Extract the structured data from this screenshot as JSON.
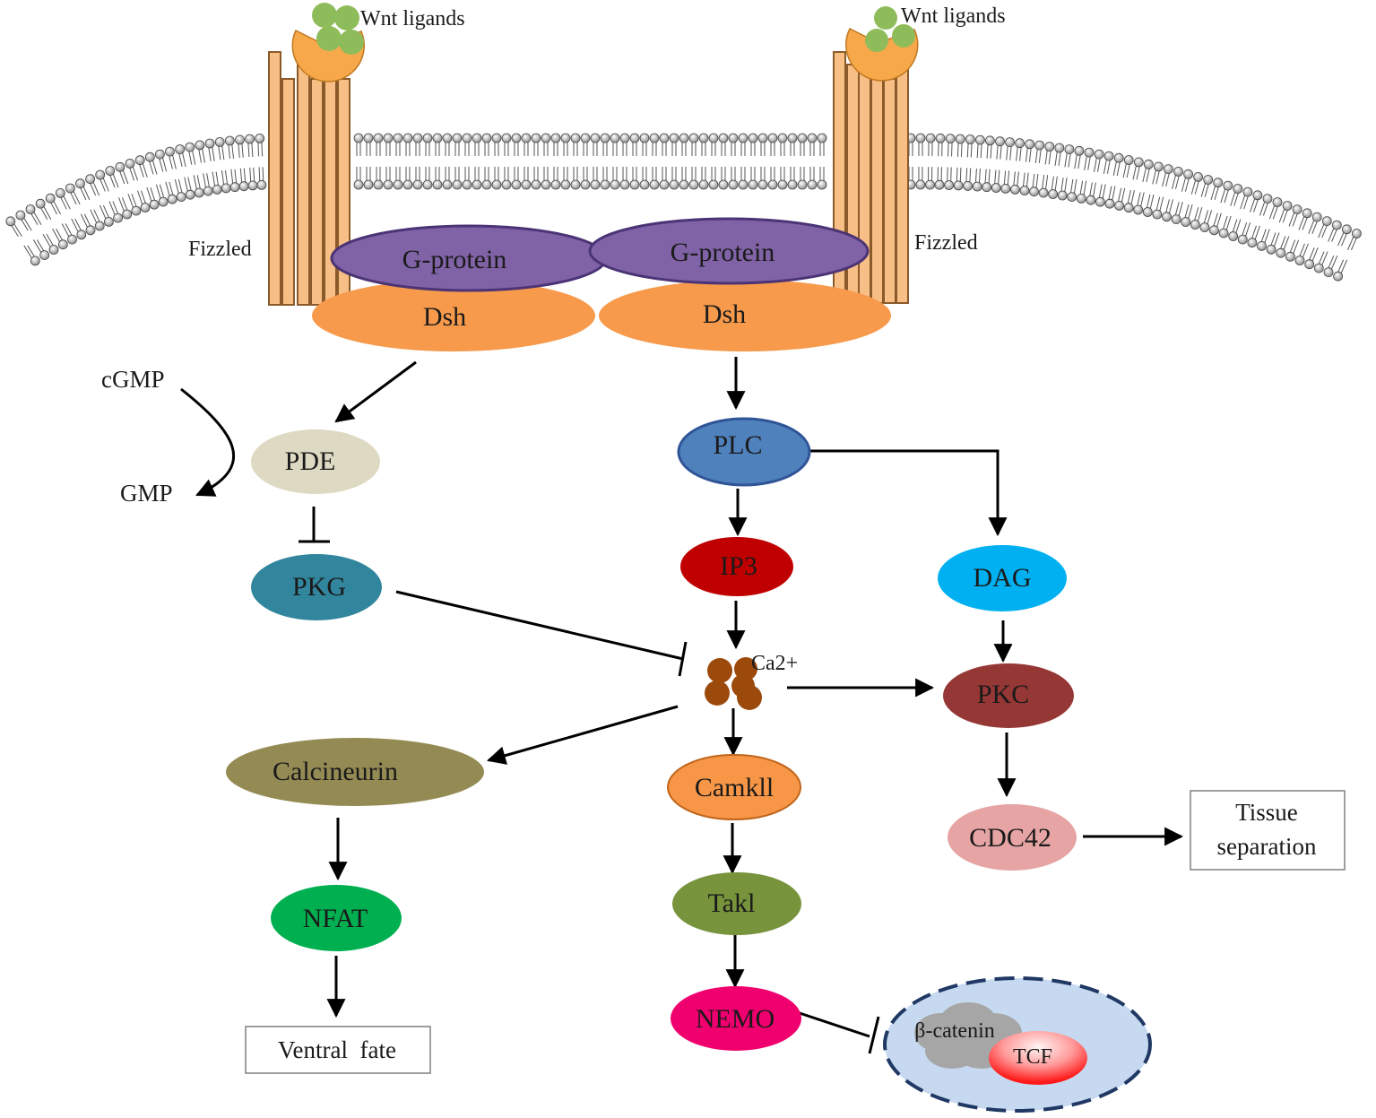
{
  "membrane": {
    "receptor_left": "Fizzled",
    "receptor_right": "Fizzled",
    "ligand_left": "Wnt ligands",
    "ligand_right": "Wnt ligands"
  },
  "nodes": {
    "gprotein_left": "G-protein",
    "gprotein_right": "G-protein",
    "dsh_left": "Dsh",
    "dsh_right": "Dsh",
    "cgmp": "cGMP",
    "gmp": "GMP",
    "pde": "PDE",
    "pkg": "PKG",
    "plc": "PLC",
    "ip3": "IP3",
    "dag": "DAG",
    "ca": "Ca2+",
    "pkc": "PKC",
    "calcineurin": "Calcineurin",
    "camkii": "Camkll",
    "cdc42": "CDC42",
    "tissue_line1": "Tissue",
    "tissue_line2": "separation",
    "nfat": "NFAT",
    "takl": "Takl",
    "nemo": "NEMO",
    "ventral": "Ventral  fate",
    "bcatenin": "β-catenin",
    "tcf": "TCF"
  },
  "colors": {
    "gprotein": "#8062a6",
    "dsh": "#f79a4c",
    "pde": "#ddd9c3",
    "pkg": "#31859c",
    "plc": "#4f81bd",
    "ip3": "#c00000",
    "dag": "#00b0f0",
    "ca": "#9c4a0c",
    "pkc": "#953735",
    "calcineurin": "#948a54",
    "camkii": "#f79646",
    "cdc42": "#e6a4a4",
    "nfat": "#00b050",
    "takl": "#77933c",
    "nemo": "#f0006e",
    "nucleus": "#c6d9f1",
    "receptor": "#f7bf85",
    "ligand": "#8fbc5a"
  }
}
